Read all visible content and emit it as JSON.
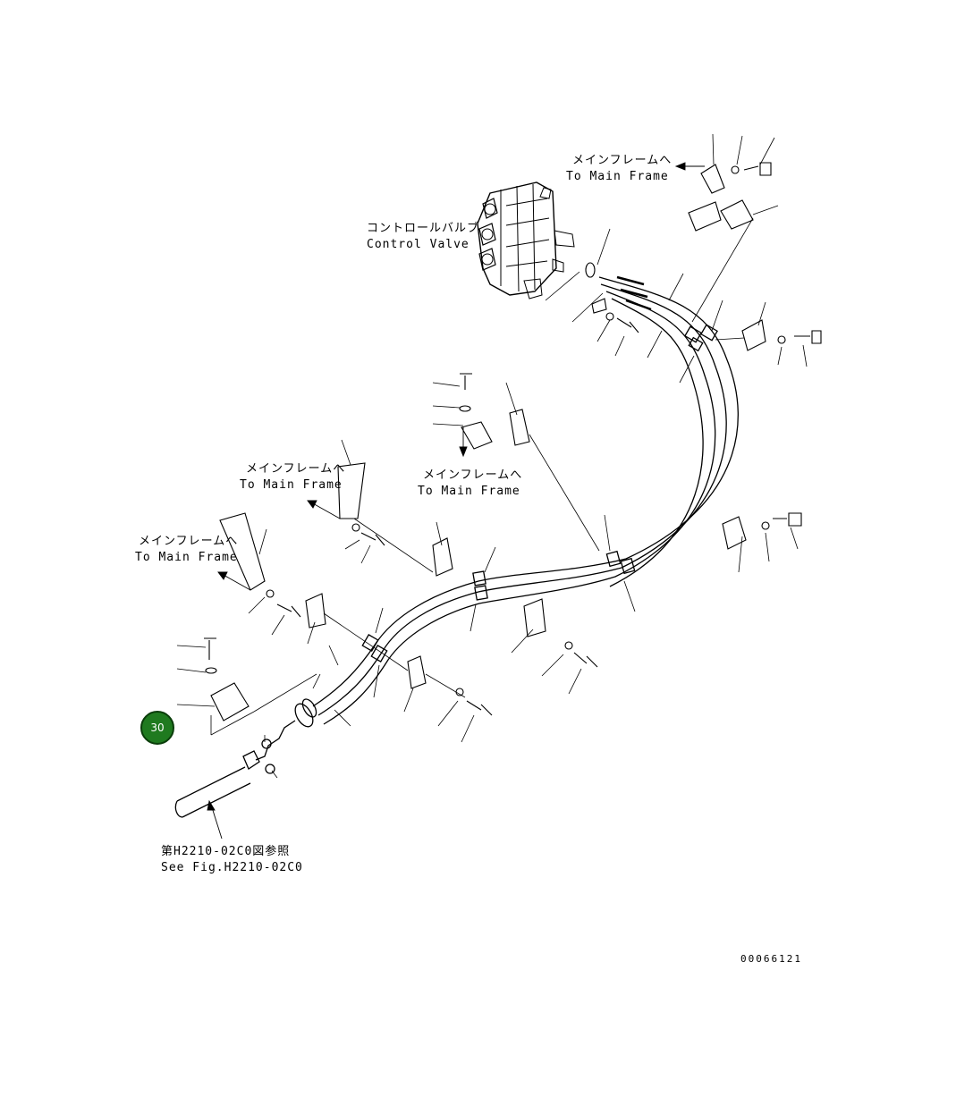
{
  "labels": {
    "control_valve_jp": "コントロールバルブ",
    "control_valve_en": "Control Valve",
    "main_frame_jp": "メインフレームへ",
    "main_frame_en": "To Main Frame",
    "see_fig_jp": "第H2210-02C0図参照",
    "see_fig_en": "See Fig.H2210-02C0"
  },
  "callout": {
    "number": "30",
    "color": "#1f7a1f"
  },
  "drawing_number": "00066121"
}
